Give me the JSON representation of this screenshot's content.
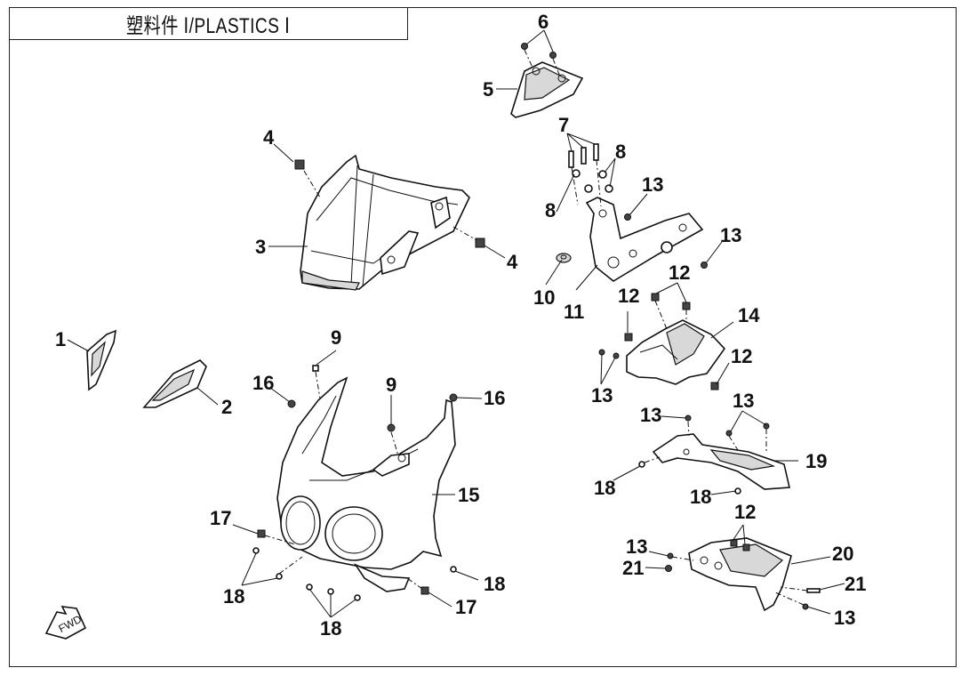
{
  "title": "塑料件 Ⅰ/PLASTICS Ⅰ",
  "fwd_label": "FWD",
  "callouts": {
    "c1": "1",
    "c2": "2",
    "c3": "3",
    "c4a": "4",
    "c4b": "4",
    "c5": "5",
    "c6": "6",
    "c7": "7",
    "c8a": "8",
    "c8b": "8",
    "c9a": "9",
    "c9b": "9",
    "c10": "10",
    "c11": "11",
    "c12a": "12",
    "c12b": "12",
    "c12c": "12",
    "c12d": "12",
    "c13a": "13",
    "c13b": "13",
    "c13c": "13",
    "c13d": "13",
    "c13e": "13",
    "c13f": "13",
    "c13g": "13",
    "c14": "14",
    "c15": "15",
    "c16a": "16",
    "c16b": "16",
    "c17a": "17",
    "c17b": "17",
    "c18a": "18",
    "c18b": "18",
    "c18c": "18",
    "c18d": "18",
    "c18e": "18",
    "c19": "19",
    "c20": "20",
    "c21a": "21",
    "c21b": "21"
  }
}
